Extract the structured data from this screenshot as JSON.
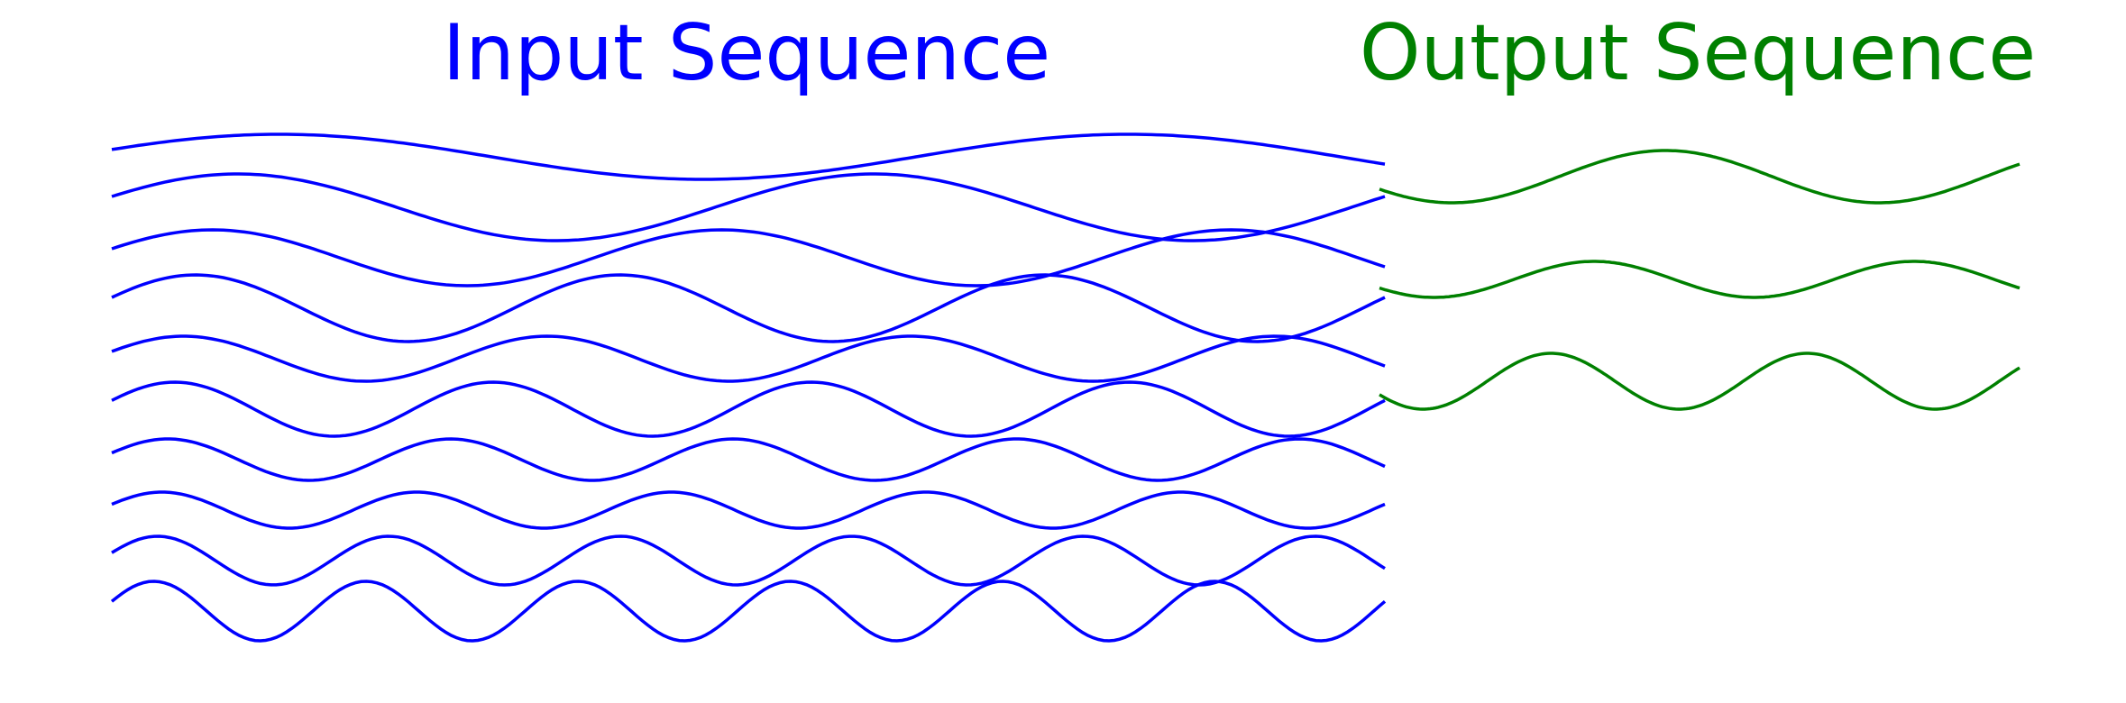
{
  "titles": {
    "input": "Input Sequence",
    "output": "Output Sequence"
  },
  "colors": {
    "input": "#0000ff",
    "output": "#008000",
    "background": "#ffffff"
  },
  "input_waves": {
    "count": 10,
    "cycles": [
      1.5,
      2.0,
      2.5,
      3.0,
      3.5,
      4.0,
      4.5,
      5.0,
      5.5,
      6.0
    ]
  },
  "output_waves": {
    "count": 3,
    "cycles": [
      1.5,
      2.0,
      2.5
    ]
  }
}
